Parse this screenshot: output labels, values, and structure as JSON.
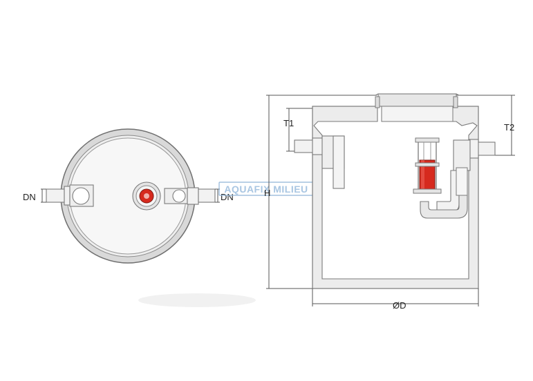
{
  "labels": {
    "dn_left": "DN",
    "dn_right": "DN",
    "height": "H",
    "t1": "T1",
    "t2": "T2",
    "diameter": "ØD"
  },
  "watermark": {
    "text": "AQUAFIX MILIEU",
    "color": "#a9c6e2"
  },
  "colors": {
    "accent_red": "#d62a1e",
    "outline": "#7a7a7a",
    "fill": "#ececec"
  }
}
